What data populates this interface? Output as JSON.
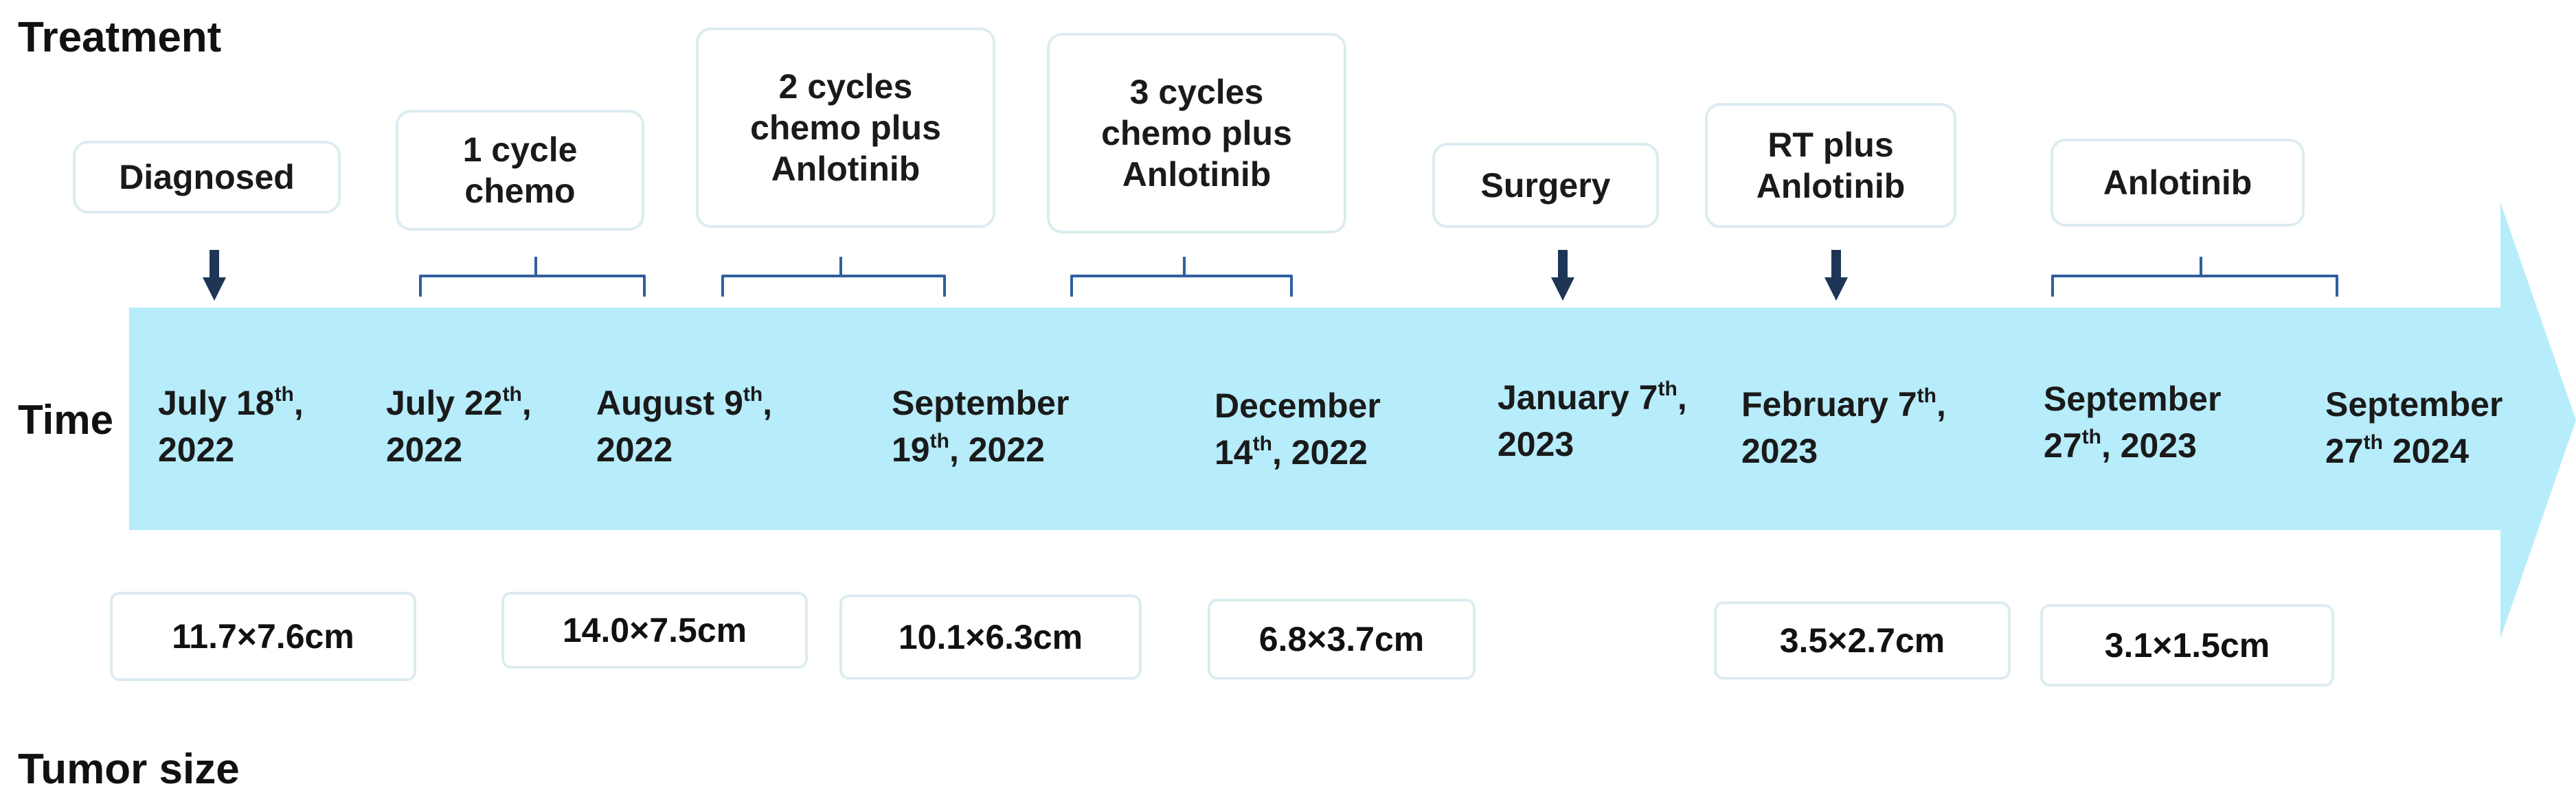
{
  "labels": {
    "treatment": "Treatment",
    "time": "Time",
    "tumor_size": "Tumor size"
  },
  "treatments": [
    {
      "lines": [
        "Diagnosed"
      ]
    },
    {
      "lines": [
        "1 cycle",
        "chemo"
      ]
    },
    {
      "lines": [
        "2 cycles",
        "chemo plus",
        "Anlotinib"
      ]
    },
    {
      "lines": [
        "3 cycles",
        "chemo plus",
        "Anlotinib"
      ]
    },
    {
      "lines": [
        "Surgery"
      ]
    },
    {
      "lines": [
        "RT plus",
        "Anlotinib"
      ]
    },
    {
      "lines": [
        "Anlotinib"
      ]
    }
  ],
  "dates": [
    {
      "l1": "July 18",
      "l1sup": "th",
      "l1tail": ",",
      "l2": "2022",
      "l2sup": "",
      "l2tail": ""
    },
    {
      "l1": "July 22",
      "l1sup": "th",
      "l1tail": ",",
      "l2": "2022",
      "l2sup": "",
      "l2tail": ""
    },
    {
      "l1": "August 9",
      "l1sup": "th",
      "l1tail": ",",
      "l2": "2022",
      "l2sup": "",
      "l2tail": ""
    },
    {
      "l1": "September",
      "l1sup": "",
      "l1tail": "",
      "l2": "19",
      "l2sup": "th",
      "l2tail": ", 2022"
    },
    {
      "l1": "December",
      "l1sup": "",
      "l1tail": "",
      "l2": "14",
      "l2sup": "th",
      "l2tail": ", 2022"
    },
    {
      "l1": "January 7",
      "l1sup": "th",
      "l1tail": ",",
      "l2": "2023",
      "l2sup": "",
      "l2tail": ""
    },
    {
      "l1": "February 7",
      "l1sup": "th",
      "l1tail": ",",
      "l2": "2023",
      "l2sup": "",
      "l2tail": ""
    },
    {
      "l1": "September",
      "l1sup": "",
      "l1tail": "",
      "l2": "27",
      "l2sup": "th",
      "l2tail": ", 2023"
    },
    {
      "l1": "September",
      "l1sup": "",
      "l1tail": "",
      "l2": "27",
      "l2sup": "th",
      "l2tail": " 2024"
    }
  ],
  "sizes": [
    "11.7×7.6cm",
    "14.0×7.5cm",
    "10.1×6.3cm",
    "6.8×3.7cm",
    "3.5×2.7cm",
    "3.1×1.5cm"
  ],
  "colors": {
    "timeline_arrow": "#b7ecfa",
    "bracket": "#2f5f9f",
    "marker_arrow": "#1e3556",
    "box_border": "#dcecf1"
  }
}
